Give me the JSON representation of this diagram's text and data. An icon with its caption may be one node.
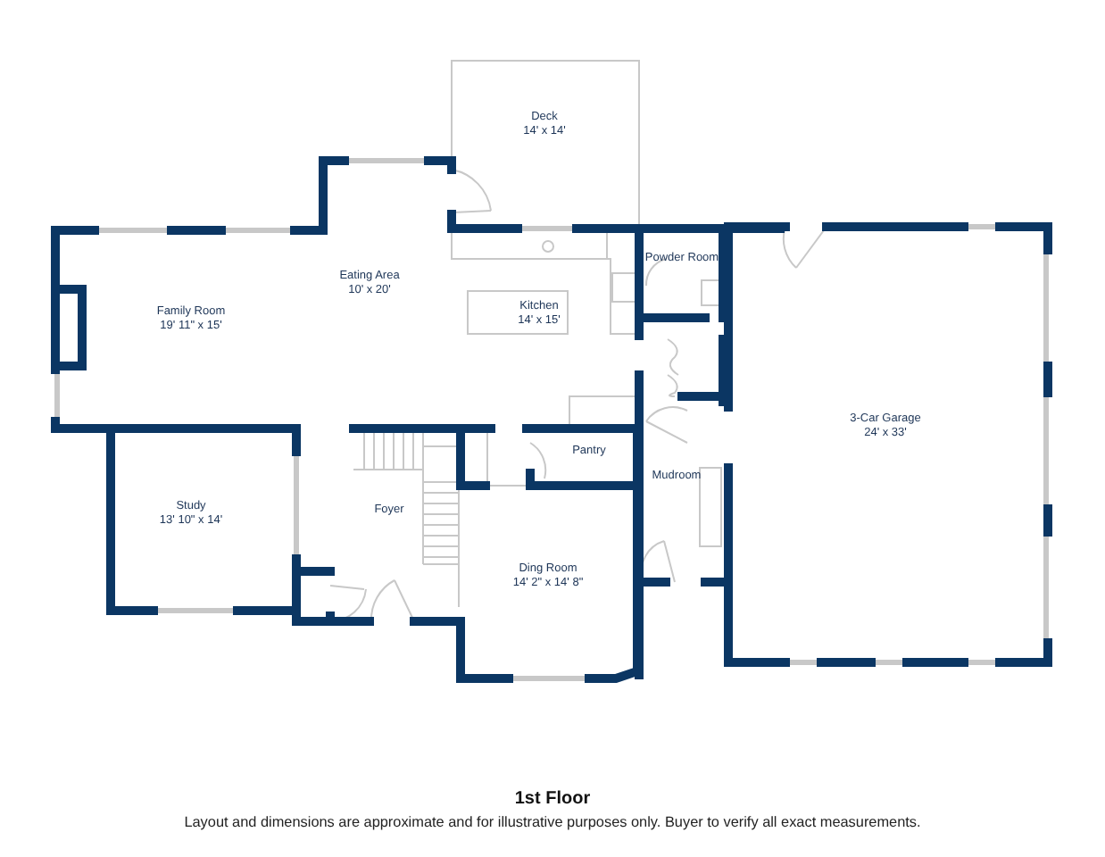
{
  "diagram": {
    "title": "1st Floor",
    "caption": "Layout and dimensions are approximate and for illustrative purposes only. Buyer to verify all exact measurements.",
    "labels": [
      "Deck",
      "14' x 14'",
      "Powder Room",
      "Eating Area",
      "10' x 20'",
      "Kitchen",
      "14' x 15'",
      "Family Room",
      "19' 11\" x 15'",
      "3-Car Garage",
      "24' x 33'",
      "Pantry",
      "Mudroom",
      "Study",
      "13' 10\" x 14'",
      "Foyer",
      "Ding Room",
      "14' 2\" x 14' 8\""
    ]
  }
}
